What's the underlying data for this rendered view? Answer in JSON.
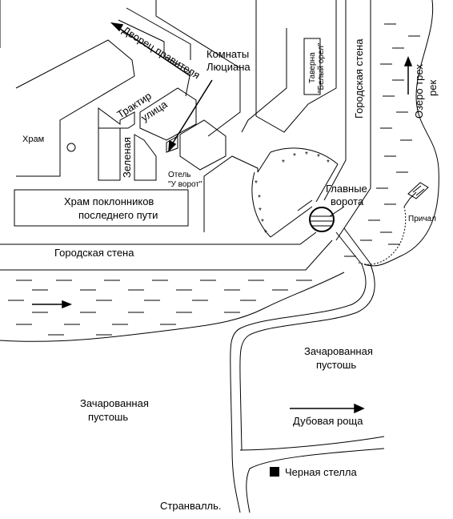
{
  "labels": {
    "palace_road": "Дворец правителя",
    "lucian_line1": "Комнаты",
    "lucian_line2": "Люциана",
    "tavern_line1": "Таверна",
    "tavern_line2": "\"Белый орел\"",
    "city_wall_east": "Городская стена",
    "lake_line1": "Озеро трех",
    "lake_line2": "рек",
    "temple": "Храм",
    "tavern_street": "Трактир",
    "street": "улица",
    "green": "Зеленая",
    "hotel_line1": "Отель",
    "hotel_line2": "\"У ворот\"",
    "main_gate_line1": "Главные",
    "main_gate_line2": "ворота",
    "pilgrims_temple_line1": "Храм поклонников",
    "pilgrims_temple_line2": "последнего пути",
    "pier": "Причал",
    "city_wall_south": "Городская стена",
    "enchanted_wasteland_east_line1": "Зачарованная",
    "enchanted_wasteland_east_line2": "пустошь",
    "enchanted_wasteland_west_line1": "Зачарованная",
    "enchanted_wasteland_west_line2": "пустошь",
    "oak_grove": "Дубовая роща",
    "black_stele": "Черная стелла",
    "stranvall": "Странвалль."
  },
  "colors": {
    "ink": "#000000",
    "paper": "#ffffff"
  }
}
